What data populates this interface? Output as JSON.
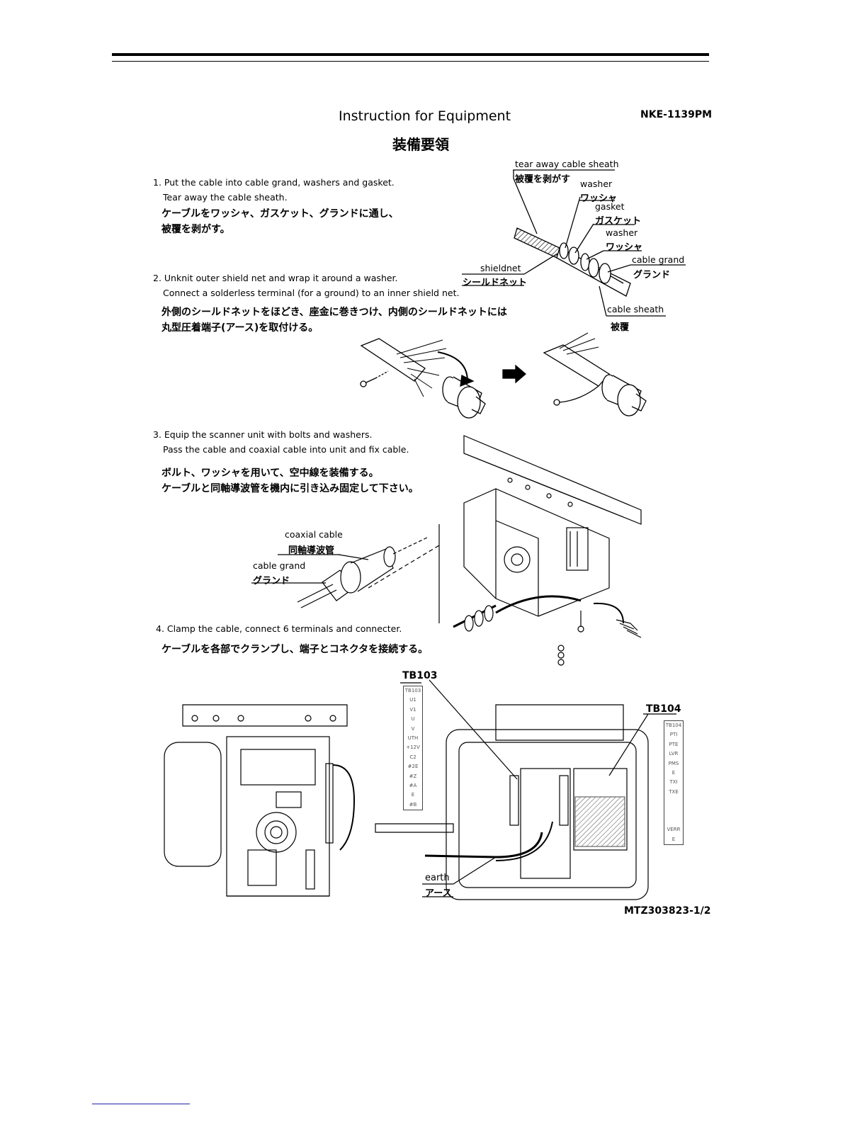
{
  "header": {
    "title_en": "Instruction for Equipment",
    "title_jp": "装備要領",
    "doc_number": "NKE-1139PM"
  },
  "steps": [
    {
      "number": "1.",
      "lines_en": [
        "1. Put the cable into cable grand, washers and gasket.",
        "Tear away the cable sheath."
      ],
      "lines_jp": [
        "ケーブルをワッシャ、ガスケット、グランドに通し、",
        "被覆を剥がす。"
      ]
    },
    {
      "number": "2.",
      "lines_en": [
        "2. Unknit outer shield net and wrap it around a washer.",
        "Connect a solderless terminal (for a ground) to an inner shield net."
      ],
      "lines_jp": [
        "外側のシールドネットをほどき、座金に巻きつけ、内側のシールドネットには",
        "丸型圧着端子(アース)を取付ける。"
      ]
    },
    {
      "number": "3.",
      "lines_en": [
        "3. Equip the scanner unit with bolts and washers.",
        "Pass the cable and coaxial cable into unit and fix cable."
      ],
      "lines_jp": [
        "ボルト、ワッシャを用いて、空中線を装備する。",
        "ケーブルと同軸導波管を機内に引き込み固定して下さい。"
      ]
    },
    {
      "number": "4.",
      "lines_en": [
        "4. Clamp the cable, connect 6 terminals and connecter."
      ],
      "lines_jp": [
        "ケーブルを各部でクランプし、端子とコネクタを接続する。"
      ]
    }
  ],
  "callouts": {
    "tear_away_en": "tear away cable sheath",
    "tear_away_jp": "被覆を剥がす",
    "washer1_en": "washer",
    "washer1_jp": "ワッシャ",
    "gasket_en": "gasket",
    "gasket_jp": "ガスケット",
    "washer2_en": "washer",
    "washer2_jp": "ワッシャ",
    "cable_grand_en": "cable grand",
    "cable_grand_jp": "グランド",
    "shieldnet_en": "shieldnet",
    "shieldnet_jp": "シールドネット",
    "cable_sheath_en": "cable sheath",
    "cable_sheath_jp": "被覆",
    "coaxial_en": "coaxial cable",
    "coaxial_jp": "同軸導波管",
    "cable_grand2_en": "cable grand",
    "cable_grand2_jp": "グランド",
    "earth_en": "earth",
    "earth_jp": "アース"
  },
  "terminal_blocks": {
    "tb103": {
      "label": "TB103",
      "rows": [
        "TB103",
        "U1",
        "V1",
        "U",
        "V",
        "UTH",
        "+12V",
        "C2",
        "#2E",
        "#Z",
        "#A",
        "E",
        "#B"
      ]
    },
    "tb104": {
      "label": "TB104",
      "rows": [
        "TB104",
        "PTI",
        "PTE",
        "LVR",
        "PMS",
        "E",
        "TXI",
        "TXE",
        "",
        "",
        "",
        "VERR",
        "E"
      ]
    }
  },
  "footer": {
    "drawing_number": "MTZ303823-1/2"
  }
}
